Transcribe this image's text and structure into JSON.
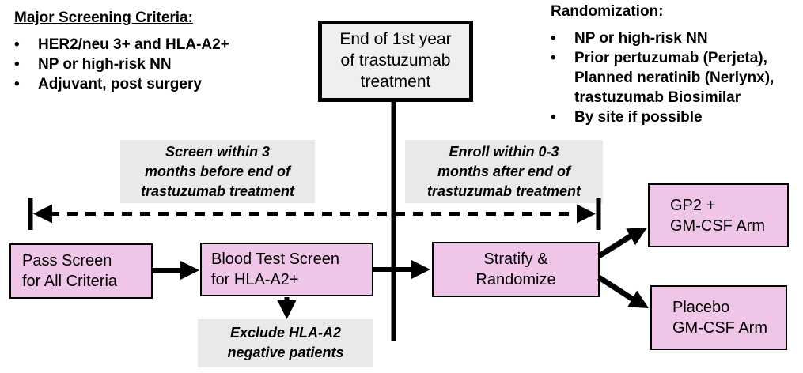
{
  "ui": {
    "bullet": "•"
  },
  "colors": {
    "process_box_fill": "#F0C6E8",
    "annotation_box_fill": "#E9E9E9",
    "milestone_box_fill": "#EFEFEF",
    "line_color": "#000000"
  },
  "screening": {
    "title": "Major Screening Criteria:",
    "bullets": [
      {
        "lines": [
          "HER2/neu 3+ and HLA-A2+"
        ]
      },
      {
        "lines": [
          "NP or high-risk NN"
        ]
      },
      {
        "lines": [
          "Adjuvant, post surgery"
        ]
      }
    ]
  },
  "randomization": {
    "title": "Randomization:",
    "bullets": [
      {
        "lines": [
          "NP or high-risk NN"
        ]
      },
      {
        "lines": [
          "Prior pertuzumab (Perjeta),",
          "Planned neratinib (Nerlynx),",
          "trastuzumab Biosimilar"
        ]
      },
      {
        "lines": [
          "By site if possible"
        ]
      }
    ]
  },
  "milestone": {
    "lines": [
      "End of 1st year",
      "of trastuzumab",
      "treatment"
    ]
  },
  "windows": {
    "screen": {
      "lines": [
        "Screen within 3",
        "months before end of",
        "trastuzumab treatment"
      ]
    },
    "enroll": {
      "lines": [
        "Enroll within 0-3",
        "months after end of",
        "trastuzumab treatment"
      ]
    }
  },
  "flow": {
    "pass": {
      "lines": [
        "Pass Screen",
        "for All Criteria"
      ]
    },
    "blood": {
      "lines": [
        "Blood Test Screen",
        "for HLA-A2+"
      ]
    },
    "exclude": {
      "lines": [
        "Exclude HLA-A2",
        "negative patients"
      ]
    },
    "stratify": {
      "lines": [
        "Stratify &",
        "Randomize"
      ]
    },
    "gp2_arm": {
      "lines": [
        "GP2 +",
        "GM-CSF Arm"
      ]
    },
    "placebo_arm": {
      "lines": [
        "Placebo",
        "GM-CSF Arm"
      ]
    }
  }
}
